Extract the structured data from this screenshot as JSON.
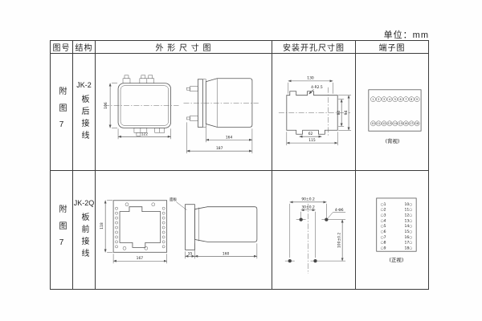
{
  "unit_label": "单位：mm",
  "table": {
    "headers": {
      "figure_no": "图号",
      "structure": "结构",
      "outline": "外 形 尺 寸 图",
      "mounting": "安装开孔尺寸图",
      "terminal": "端子图"
    },
    "rows": [
      {
        "figure_no": "附图7",
        "model": "JK-2",
        "wiring": "板后接线",
        "outline": {
          "height": "106",
          "width": "122",
          "depth": "164",
          "depth_total": "187"
        },
        "mounting": {
          "width": "130",
          "corner_radius": "4-R2.5",
          "inner_height": "80",
          "outer_height": "94",
          "inner_width": "62",
          "outer_width": "115"
        },
        "terminals": {
          "top_row": [
            "1",
            "2",
            "3",
            "4",
            "5",
            "6",
            "7",
            "8",
            "9"
          ],
          "bottom_row": [
            "10",
            "11",
            "12",
            "13",
            "14",
            "15",
            "16",
            "17",
            "18"
          ],
          "view_label": "(背视)"
        }
      },
      {
        "figure_no": "附图7",
        "model": "JK-2Q",
        "wiring": "板前接线",
        "outline": {
          "height": "118",
          "width": "167",
          "panel_label": "面板",
          "panel_depth": "35",
          "depth": "160"
        },
        "mounting": {
          "hole_span": "90±0.2",
          "hole_offset": "30±0.2",
          "holes_note": "4-Φ6",
          "vertical_span": "100±0.2"
        },
        "terminals": {
          "left_col": [
            "○1",
            "○2",
            "○3",
            "○4",
            "○5",
            "○6",
            "○7",
            "○8",
            "○9"
          ],
          "right_col": [
            "10○",
            "11○",
            "12○",
            "13○",
            "14○",
            "15○",
            "16○",
            "17○",
            "18○"
          ],
          "view_label": "(正视)"
        }
      }
    ]
  }
}
